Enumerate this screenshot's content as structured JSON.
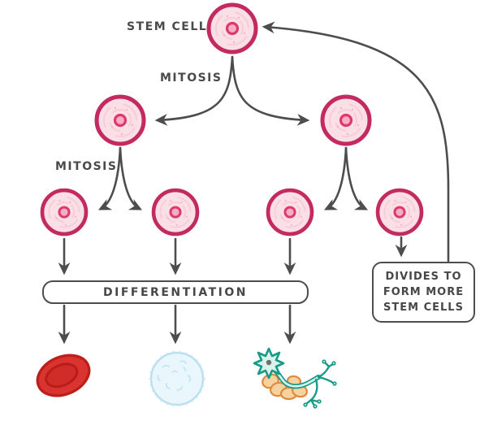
{
  "diagram": {
    "labels": {
      "stem_cell": "STEM CELL",
      "mitosis_first": "MITOSIS",
      "mitosis_second": "MITOSIS",
      "differentiation": "DIFFERENTIATION"
    },
    "divides_box": {
      "lines": [
        "DIVIDES TO",
        "FORM MORE",
        "STEM CELLS"
      ]
    },
    "icons": {
      "stem_cell": "stem-cell-icon",
      "daughter_cells": "stem-cell-icon",
      "red_blood_cell": "red-blood-cell-icon",
      "white_blood_cell": "white-blood-cell-icon",
      "neuron": "neuron-icon",
      "arrows": "arrow-icon"
    },
    "colors": {
      "cell_border": "#c22a60",
      "cell_fill": "#fbdfe6",
      "nucleus_ring": "#dc3a6e",
      "nucleus_fill": "#f6aec4",
      "arrow": "#4d4d4d",
      "text": "#4a4a4a",
      "box_border": "#4d4d4d",
      "red_blood_cell": "#d93430",
      "white_blood_cell": "#e9f7fd",
      "neuron_teal": "#179a87",
      "myelin_orange": "#dd8a3e"
    },
    "connections": [
      {
        "from": "stem-cell",
        "to": "daughter-cell-left",
        "label": "MITOSIS"
      },
      {
        "from": "stem-cell",
        "to": "daughter-cell-right",
        "label": "MITOSIS"
      },
      {
        "from": "daughter-cell-left",
        "to": "granddaughter-cell-1",
        "label": "MITOSIS"
      },
      {
        "from": "daughter-cell-left",
        "to": "granddaughter-cell-2",
        "label": "MITOSIS"
      },
      {
        "from": "daughter-cell-right",
        "to": "granddaughter-cell-3"
      },
      {
        "from": "daughter-cell-right",
        "to": "granddaughter-cell-4"
      },
      {
        "from": "granddaughter-cell-1",
        "to": "differentiation-box"
      },
      {
        "from": "granddaughter-cell-2",
        "to": "differentiation-box"
      },
      {
        "from": "granddaughter-cell-3",
        "to": "differentiation-box"
      },
      {
        "from": "granddaughter-cell-4",
        "to": "divides-box"
      },
      {
        "from": "differentiation-box",
        "to": "red-blood-cell"
      },
      {
        "from": "differentiation-box",
        "to": "white-blood-cell"
      },
      {
        "from": "differentiation-box",
        "to": "neuron"
      },
      {
        "from": "divides-box",
        "to": "stem-cell"
      }
    ]
  }
}
